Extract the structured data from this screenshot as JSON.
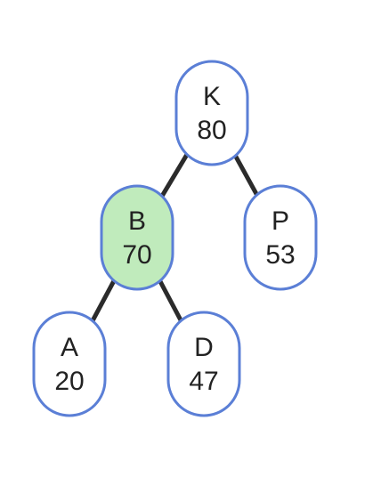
{
  "colors": {
    "node_border": "#5b7fd6",
    "node_fill": "#ffffff",
    "highlight_fill": "#c0ebbc",
    "edge": "#2b2b2b",
    "text": "#222222"
  },
  "nodes": [
    {
      "id": "K",
      "label": "K",
      "value": "80",
      "highlighted": false
    },
    {
      "id": "B",
      "label": "B",
      "value": "70",
      "highlighted": true
    },
    {
      "id": "P",
      "label": "P",
      "value": "53",
      "highlighted": false
    },
    {
      "id": "A",
      "label": "A",
      "value": "20",
      "highlighted": false
    },
    {
      "id": "D",
      "label": "D",
      "value": "47",
      "highlighted": false
    }
  ],
  "edges": [
    {
      "from": "K",
      "to": "B"
    },
    {
      "from": "K",
      "to": "P"
    },
    {
      "from": "B",
      "to": "A"
    },
    {
      "from": "B",
      "to": "D"
    }
  ]
}
